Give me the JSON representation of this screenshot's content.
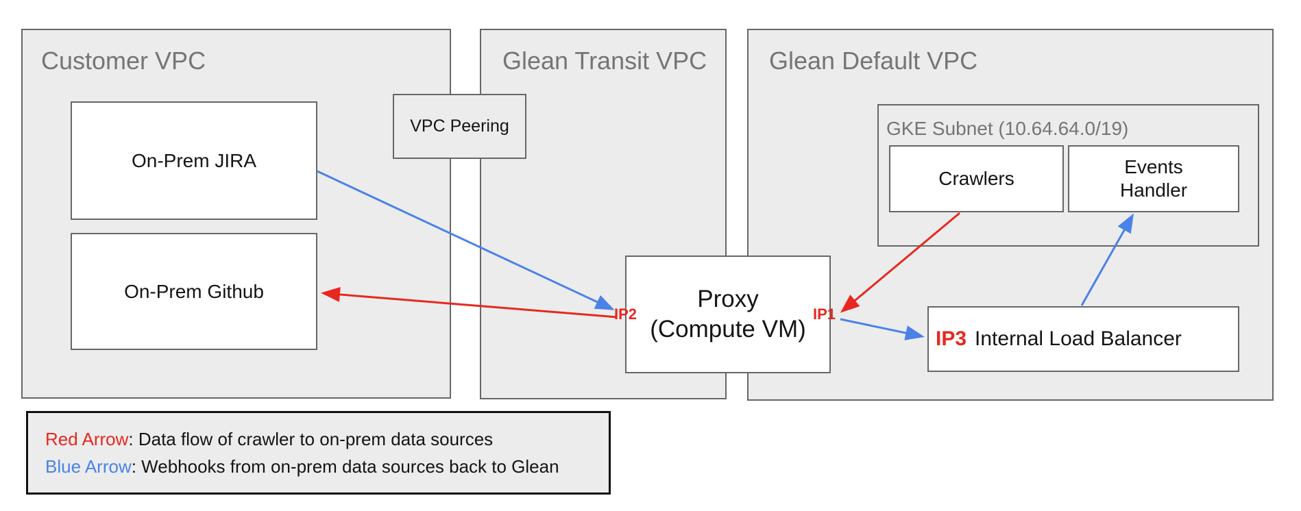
{
  "colors": {
    "red": "#e8271f",
    "blue": "#4a82e8",
    "box_border": "#666666",
    "panel_fill": "#ececec",
    "title_gray": "#757575"
  },
  "vpcs": {
    "customer": {
      "title": "Customer VPC"
    },
    "transit": {
      "title": "Glean Transit VPC"
    },
    "default": {
      "title": "Glean Default VPC"
    }
  },
  "nodes": {
    "jira": {
      "label": "On-Prem JIRA"
    },
    "github": {
      "label": "On-Prem Github"
    },
    "vpc_peering": {
      "label": "VPC Peering"
    },
    "proxy": {
      "line1": "Proxy",
      "line2": "(Compute VM)"
    },
    "gke_subnet": {
      "label": "GKE Subnet (10.64.64.0/19)"
    },
    "crawlers": {
      "label": "Crawlers"
    },
    "events_handler": {
      "line1": "Events",
      "line2": "Handler"
    },
    "internal_load_balancer": {
      "ip": "IP3",
      "label": "Internal Load Balancer"
    }
  },
  "ip_labels": {
    "ip1": "IP1",
    "ip2": "IP2"
  },
  "legend": {
    "red_term": "Red Arrow",
    "red_desc": ": Data flow of crawler to on-prem data sources",
    "blue_term": "Blue Arrow",
    "blue_desc": ": Webhooks from on-prem data sources back to Glean"
  }
}
